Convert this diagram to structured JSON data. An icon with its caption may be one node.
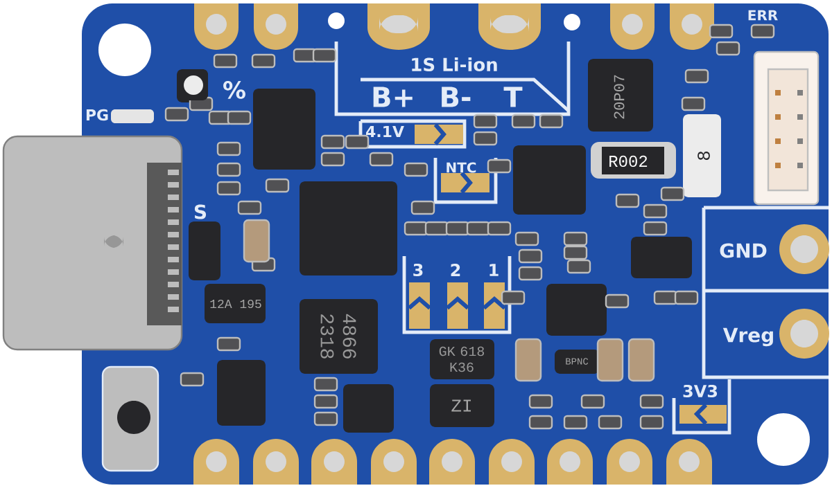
{
  "diagram": {
    "labels": [
      "ERR",
      "1S Li-ion",
      "%",
      "B+",
      "B-",
      "T",
      "PG",
      "20P07",
      "4.1V",
      "R002",
      "8",
      "NTC",
      "S",
      "3",
      "2",
      "1",
      "GND",
      "12A 195",
      "4866 2318",
      "Vreg",
      "GK 618 K36",
      "BPNC",
      "3V3",
      "ZI"
    ]
  }
}
